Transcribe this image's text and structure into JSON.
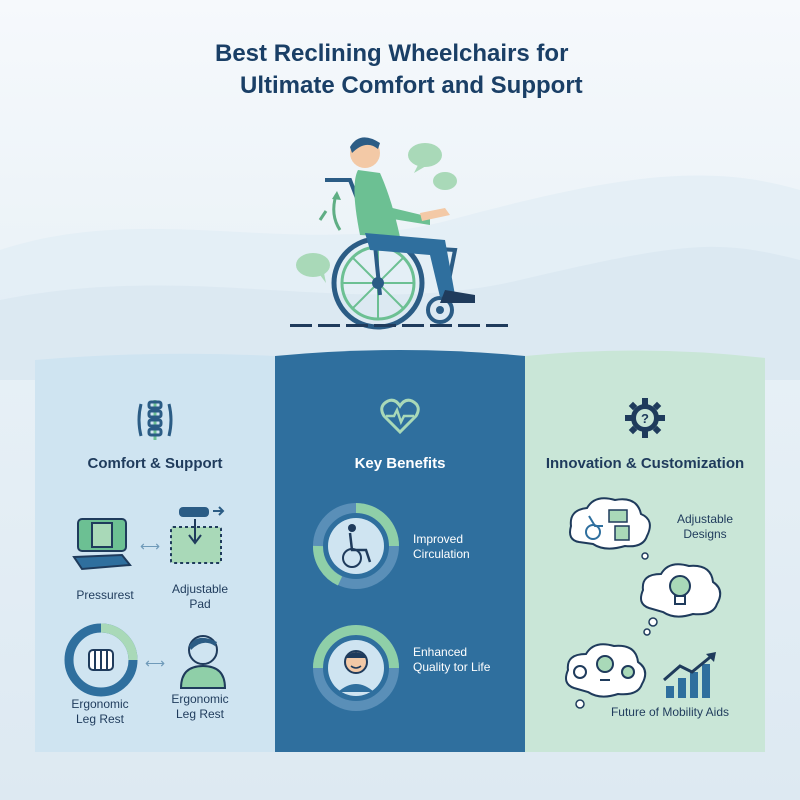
{
  "header": {
    "title_line1": "Best Reclining Wheelchairs for",
    "title_line2": "Ultimate Comfort and Support"
  },
  "colors": {
    "navy": "#1a3f66",
    "panel_left": "#cfe4f1",
    "panel_center": "#2f6f9e",
    "panel_right": "#c9e6d7",
    "green_accent": "#8fcfa8"
  },
  "panels": [
    {
      "title": "Comfort & Support",
      "icon": "spine-icon",
      "items": [
        {
          "label": "Pressurest",
          "icon": "pressure-cushion-icon"
        },
        {
          "label": "Adjustable\nPad",
          "icon": "adjustable-pad-icon"
        },
        {
          "label": "Ergonomic\nLeg Rest",
          "icon": "leg-rest-ring-icon"
        },
        {
          "label": "Ergonomic\nLeg Rest",
          "icon": "person-avatar-icon"
        }
      ]
    },
    {
      "title": "Key Benefits",
      "icon": "heart-pulse-icon",
      "items": [
        {
          "label": "Improved\nCirculation",
          "icon": "wheelchair-ring-icon"
        },
        {
          "label": "Enhanced\nQuality tor Life",
          "icon": "smiling-person-ring-icon"
        }
      ]
    },
    {
      "title": "Innovation & Customization",
      "icon": "gear-question-icon",
      "items": [
        {
          "label": "Adjustable\nDesigns",
          "icon": "design-cloud-icon"
        },
        {
          "label": "",
          "icon": "lightbulb-cloud-icon"
        },
        {
          "label": "Future of Mobility Aids",
          "icon": "growth-chart-icon"
        }
      ]
    }
  ]
}
